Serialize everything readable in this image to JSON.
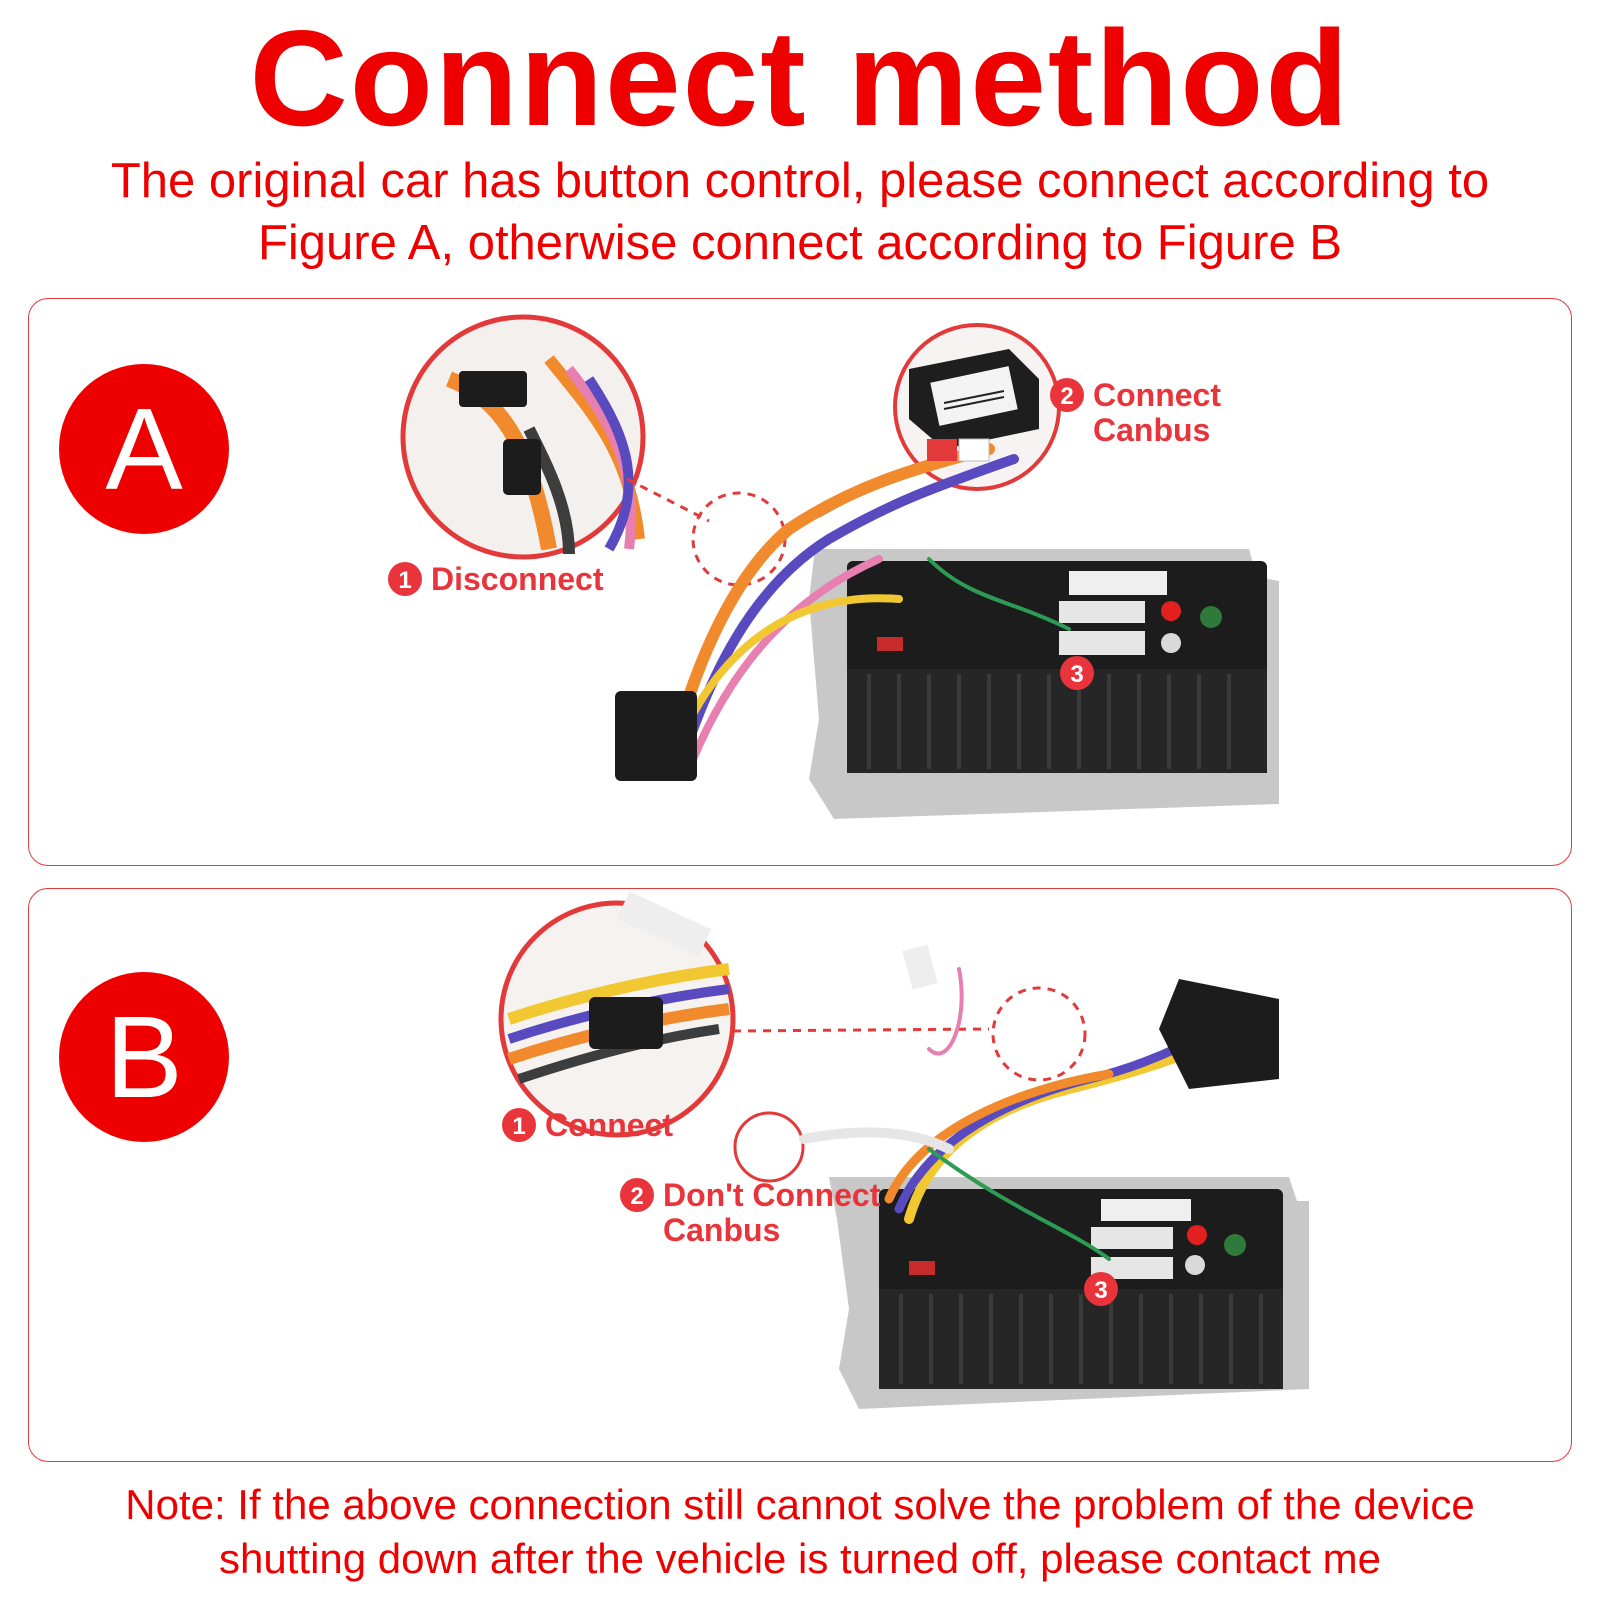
{
  "title": "Connect method",
  "subtitle_line1": "The original car has button control, please connect according to",
  "subtitle_line2": "Figure A, otherwise connect according to Figure B",
  "figure_a": {
    "badge": "A",
    "steps": [
      {
        "num": "1",
        "label": "Disconnect"
      },
      {
        "num": "2",
        "label_line1": "Connect",
        "label_line2": "Canbus"
      },
      {
        "num": "3"
      }
    ]
  },
  "figure_b": {
    "badge": "B",
    "steps": [
      {
        "num": "1",
        "label": "Connect"
      },
      {
        "num": "2",
        "label_line1": "Don't Connect",
        "label_line2": "Canbus"
      },
      {
        "num": "3"
      }
    ]
  },
  "note_line1": "Note: If the above connection still cannot solve the problem of the device",
  "note_line2": "shutting down after the vehicle is turned off, please contact me",
  "colors": {
    "accent": "#ee0000",
    "label": "#e8343a",
    "unit_body": "#1c1c1c",
    "bracket": "#c8c8c8"
  }
}
